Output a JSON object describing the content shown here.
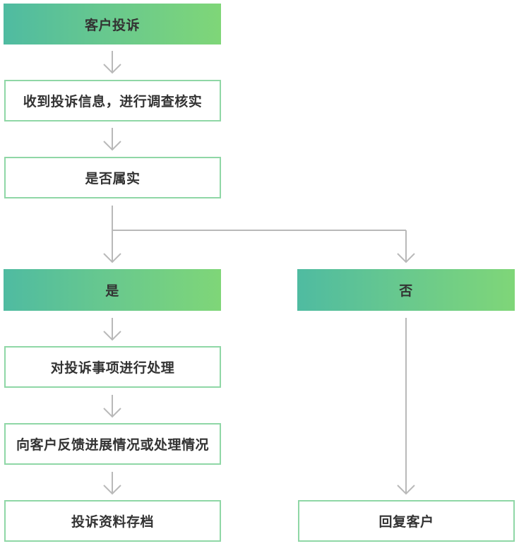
{
  "flowchart": {
    "steps": {
      "complaint": "客户投诉",
      "investigate": "收到投诉信息，进行调查核实",
      "verify": "是否属实",
      "yes": "是",
      "no": "否",
      "handle": "对投诉事项进行处理",
      "feedback": "向客户反馈进展情况或处理情况",
      "archive": "投诉资料存档",
      "reply": "回复客户"
    }
  },
  "colors": {
    "gradient_start": "#4fbba1",
    "gradient_end": "#7fd678",
    "outline": "#8fd7a6",
    "connector": "#b9b9b9",
    "text": "#333333"
  }
}
